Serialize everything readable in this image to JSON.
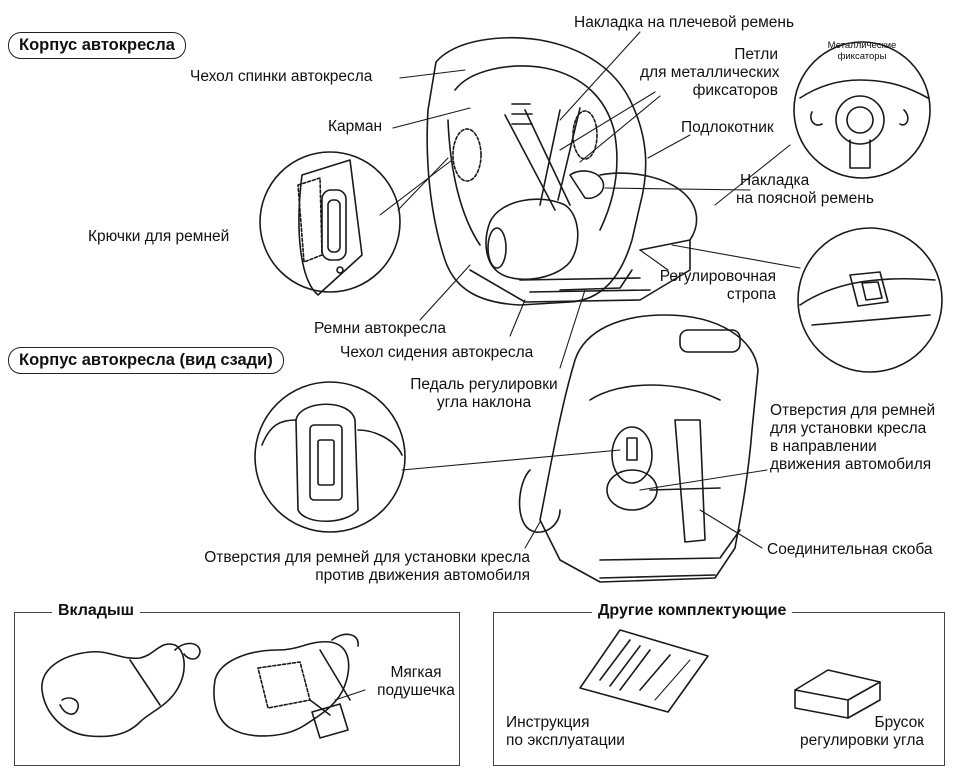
{
  "headings": {
    "front": "Корпус автокресла",
    "rear": "Корпус автокресла (вид сзади)",
    "insert": "Вкладыш",
    "other": "Другие комплектующие"
  },
  "labels": {
    "back_cover": "Чехол спинки автокресла",
    "pocket": "Карман",
    "belt_hooks": "Крючки для ремней",
    "shoulder_pad": "Накладка на плечевой ремень",
    "loops": [
      "Петли",
      "для металлических",
      "фиксаторов"
    ],
    "metal_clips": [
      "Металлические",
      "фиксаторы"
    ],
    "armrest": "Подлокотник",
    "lap_pad": [
      "Накладка",
      "на поясной ремень"
    ],
    "adjust_strap": [
      "Регулировочная",
      "стропа"
    ],
    "seat_belts": "Ремни автокресла",
    "seat_cover": "Чехол сидения автокресла",
    "recline_pedal": [
      "Педаль регулировки",
      "угла наклона"
    ],
    "forward_holes": [
      "Отверстия для ремней",
      "для установки кресла",
      "в направлении",
      "движения автомобиля"
    ],
    "connector": "Соединительная скоба",
    "rearward_holes": [
      "Отверстия для ремней для установки кресла",
      "против движения автомобиля"
    ],
    "soft_pad": [
      "Мягкая",
      "подушечка"
    ],
    "manual": [
      "Инструкция",
      "по эксплуатации"
    ],
    "angle_block": [
      "Брусок",
      "регулировки угла"
    ]
  }
}
